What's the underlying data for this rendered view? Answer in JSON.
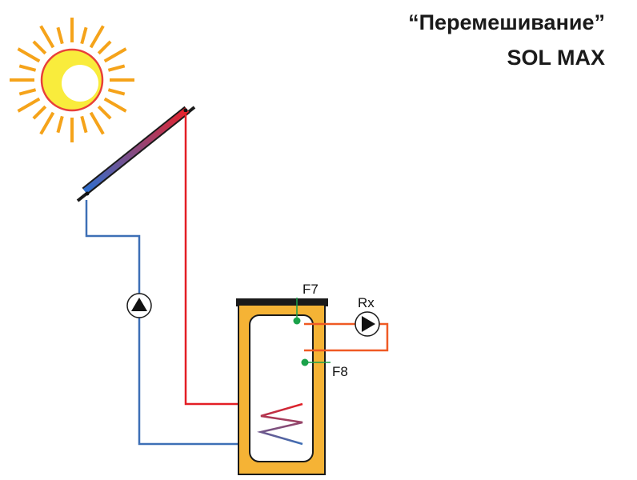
{
  "header": {
    "title_line1": "“Перемешивание”",
    "title_line2": "SOL MAX"
  },
  "labels": {
    "sensor_top": "F7",
    "sensor_bottom": "F8",
    "recirc_pump": "Rx"
  },
  "colors": {
    "hot_line": "#e31e25",
    "cold_line": "#3d6fb6",
    "mix_line": "#ef5a24",
    "tank_fill": "#f5b335",
    "sun_rays": "#f5a31a",
    "sun_ring": "#e8403a",
    "sun_core": "#f9ec3c",
    "sensor": "#1aa24a"
  }
}
